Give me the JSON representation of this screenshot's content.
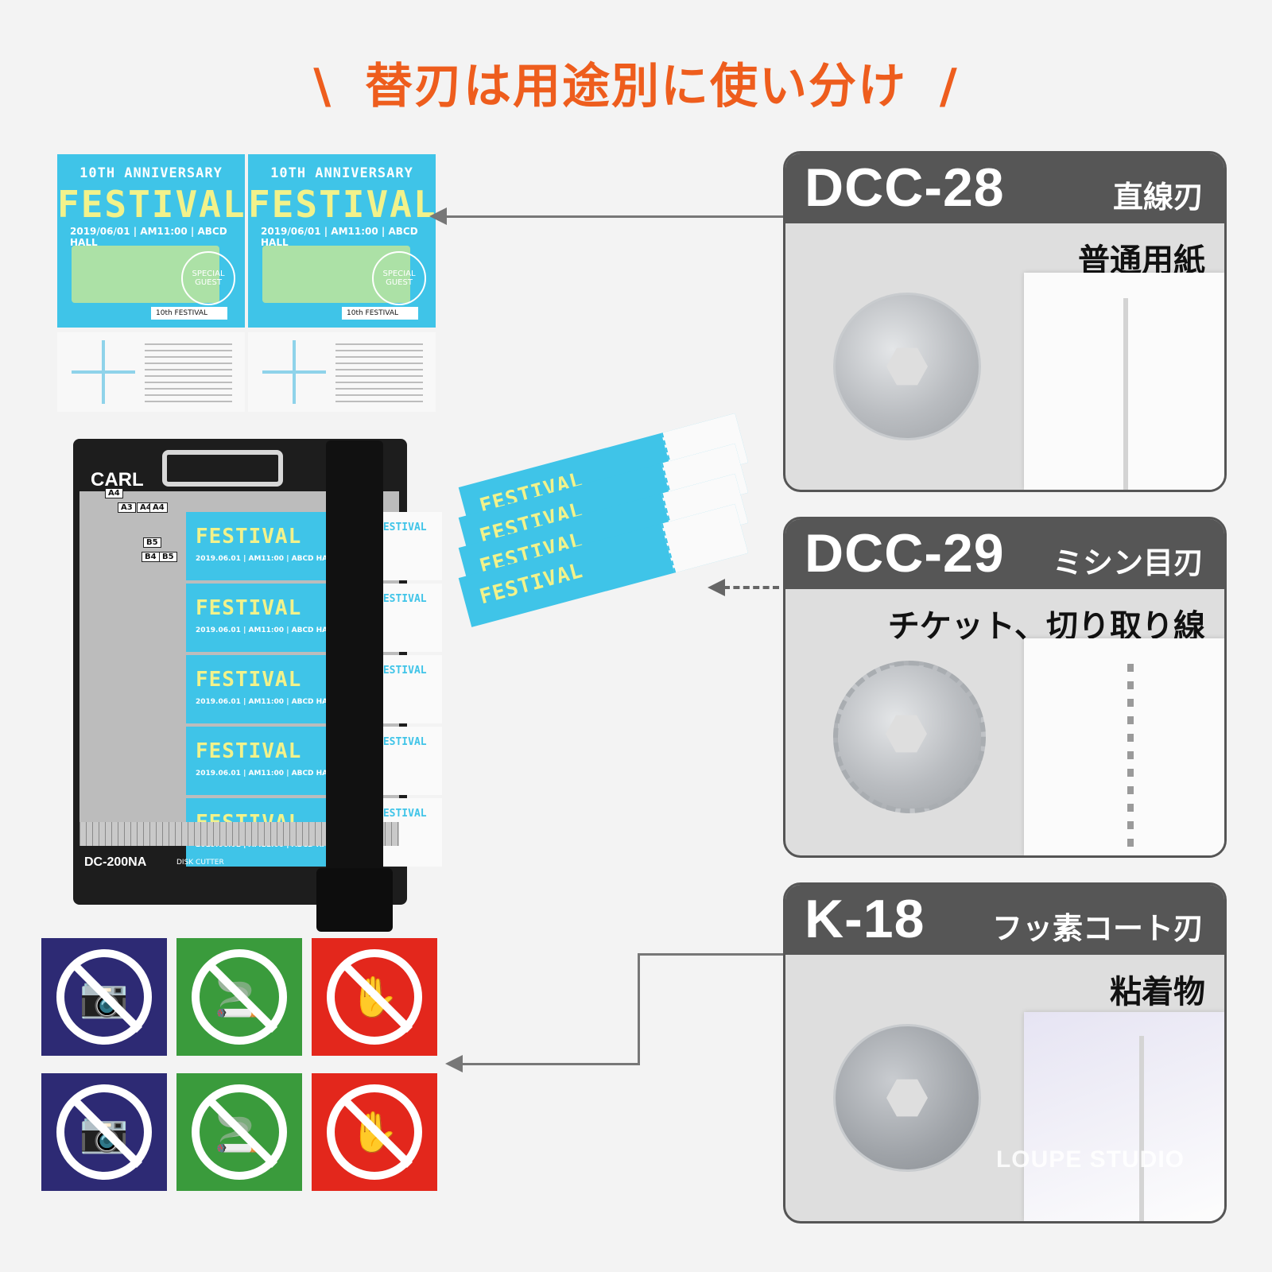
{
  "header": {
    "slash_left": "\\",
    "title": "替刃は用途別に使い分け",
    "slash_right": "/"
  },
  "blades": [
    {
      "code": "DCC-28",
      "type": "直線刃",
      "use": "普通用紙"
    },
    {
      "code": "DCC-29",
      "type": "ミシン目刃",
      "use": "チケット、切り取り線"
    },
    {
      "code": "K-18",
      "type": "フッ素コート刃",
      "use": "粘着物"
    }
  ],
  "watermark": "LOUPE STUDIO",
  "flyer": {
    "line1": "10TH ANNIVERSARY",
    "line2": "FESTIVAL",
    "line3": "2019/06/01 | AM11:00 | ABCD HALL",
    "guest": "SPECIAL GUEST",
    "strip": "10th FESTIVAL"
  },
  "cutter": {
    "brand": "CARL",
    "model": "DC-200NA",
    "subtitle": "DISK CUTTER",
    "tags": [
      "A4",
      "A3",
      "A4",
      "A4",
      "B5",
      "B4",
      "B5"
    ],
    "ticket_name": "FESTIVAL",
    "ticket_info": "2019.06.01 | AM11:00 | ABCD HALL"
  },
  "colors": {
    "accent": "#ee5d1d",
    "ticket": "#3fc4e8",
    "sign_navy": "#2d2a74",
    "sign_green": "#3a9b3c",
    "sign_red": "#e3271c"
  },
  "signs": [
    {
      "color": "#2d2a74",
      "icon": "no-camera-icon",
      "glyph": "📷"
    },
    {
      "color": "#3a9b3c",
      "icon": "no-smoking-icon",
      "glyph": "🚬"
    },
    {
      "color": "#e3271c",
      "icon": "no-touching-icon",
      "glyph": "✋"
    },
    {
      "color": "#2d2a74",
      "icon": "no-camera-icon",
      "glyph": "📷"
    },
    {
      "color": "#3a9b3c",
      "icon": "no-smoking-icon",
      "glyph": "🚬"
    },
    {
      "color": "#e3271c",
      "icon": "no-touching-icon",
      "glyph": "✋"
    }
  ]
}
